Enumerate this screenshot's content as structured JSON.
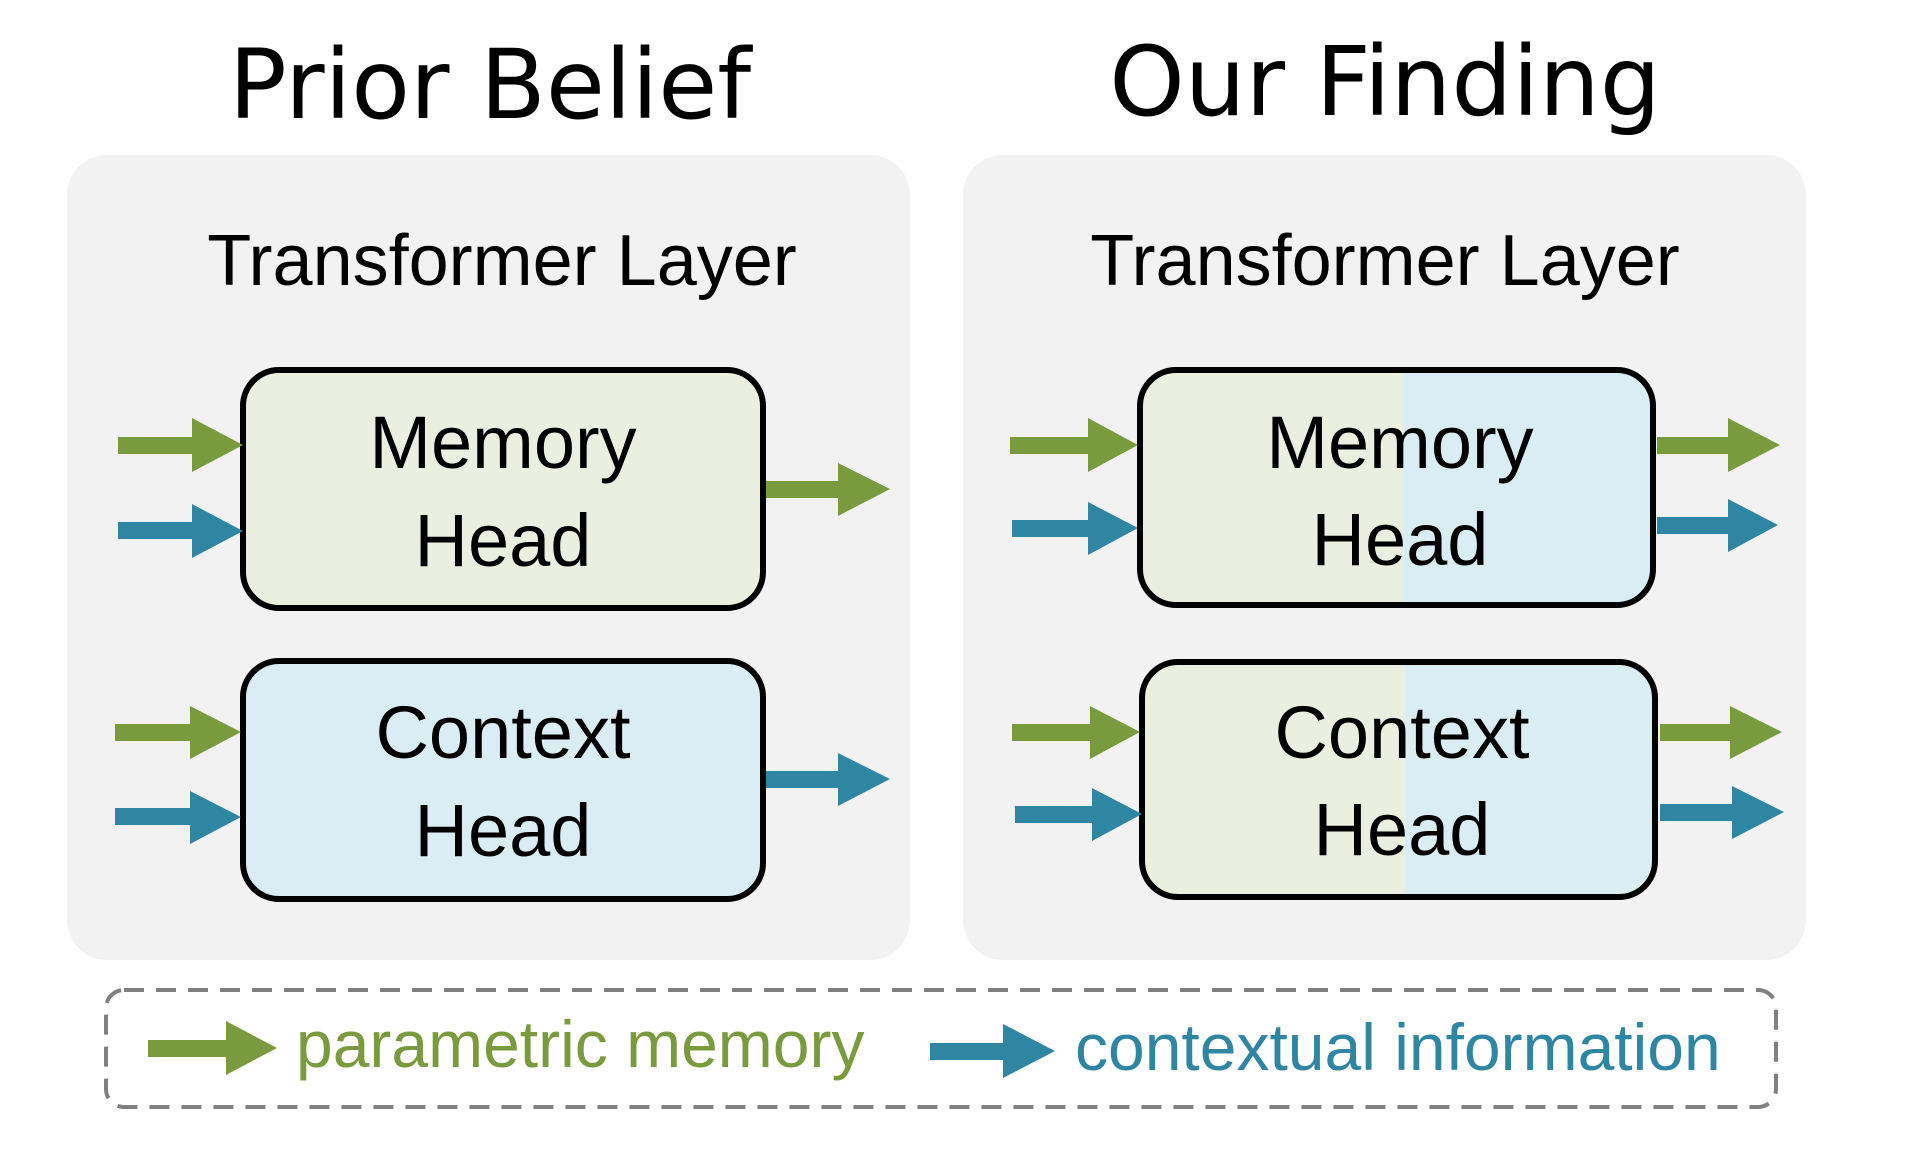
{
  "titles": {
    "left": "Prior Belief",
    "right": "Our Finding"
  },
  "panels": {
    "left": {
      "layer_label": "Transformer Layer",
      "memory_head": {
        "line1": "Memory",
        "line2": "Head"
      },
      "context_head": {
        "line1": "Context",
        "line2": "Head"
      }
    },
    "right": {
      "layer_label": "Transformer Layer",
      "memory_head": {
        "line1": "Memory",
        "line2": "Head"
      },
      "context_head": {
        "line1": "Context",
        "line2": "Head"
      }
    }
  },
  "legend": {
    "parametric_label": "parametric memory",
    "contextual_label": "contextual information"
  },
  "colors": {
    "parametric": "#7a9a3e",
    "contextual": "#2e86a3",
    "memory_fill": "#ebefdf",
    "context_fill": "#daedf3",
    "panel_bg": "#f2f2f2",
    "legend_border": "#808080"
  }
}
